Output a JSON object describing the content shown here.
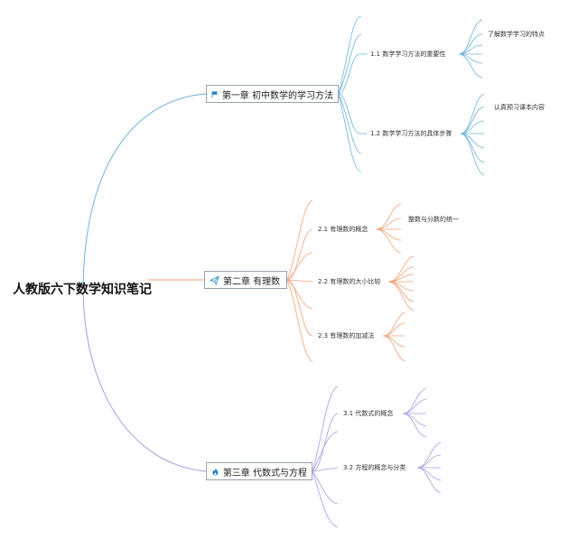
{
  "root": {
    "title": "人教版六下数学知识笔记"
  },
  "chapters": [
    {
      "title": "第一章 初中数学的学习方法",
      "icon": "flag-icon",
      "color": "#6cb2dc",
      "sections": [
        {
          "title": "1.1 数学学习方法的重要性",
          "leaf": "了解数学学习的特点"
        },
        {
          "title": "1.2 数学学习方法的具体步骤",
          "leaf": "认真预习课本内容"
        }
      ]
    },
    {
      "title": "第二章 有理数",
      "icon": "paper-plane-icon",
      "color": "#f0a27a",
      "sections": [
        {
          "title": "2.1 有理数的概念",
          "leaf": "整数与分数的统一"
        },
        {
          "title": "2.2 有理数的大小比较",
          "leaf": ""
        },
        {
          "title": "2.3 有理数的加减法",
          "leaf": ""
        }
      ]
    },
    {
      "title": "第三章 代数式与方程",
      "icon": "flame-icon",
      "color": "#a99be3",
      "sections": [
        {
          "title": "3.1 代数式的概念",
          "leaf": ""
        },
        {
          "title": "3.2 方程的概念与分类",
          "leaf": ""
        }
      ]
    }
  ]
}
